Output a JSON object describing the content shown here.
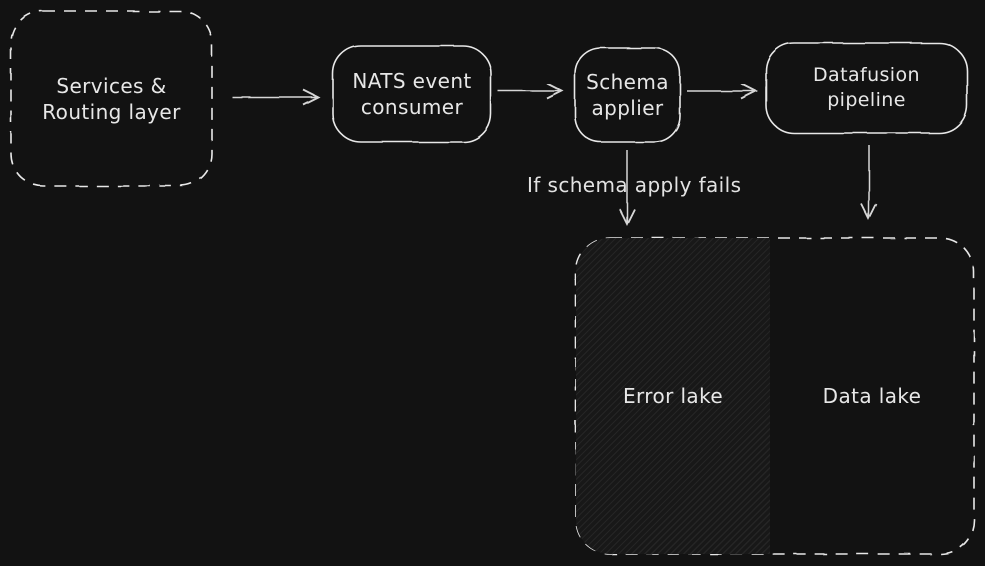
{
  "canvas": {
    "background_color": "#121212",
    "stroke_color": "#e8e8e8",
    "text_color": "#e7e7e7",
    "hatch_fill_color": "#181818"
  },
  "nodes": {
    "services_routing": {
      "label": "Services & Routing layer",
      "style": "dashed-rounded-rect"
    },
    "nats_consumer": {
      "label": "NATS event consumer",
      "style": "solid-rounded-rect"
    },
    "schema_applier": {
      "label": "Schema applier",
      "style": "solid-rounded-rect"
    },
    "datafusion": {
      "label": "Datafusion pipeline",
      "style": "solid-rounded-rect"
    },
    "error_lake": {
      "label": "Error lake",
      "style": "hatched-region"
    },
    "data_lake": {
      "label": "Data lake",
      "style": "plain-region"
    }
  },
  "edge_labels": {
    "schema_fail": "If schema apply fails"
  }
}
